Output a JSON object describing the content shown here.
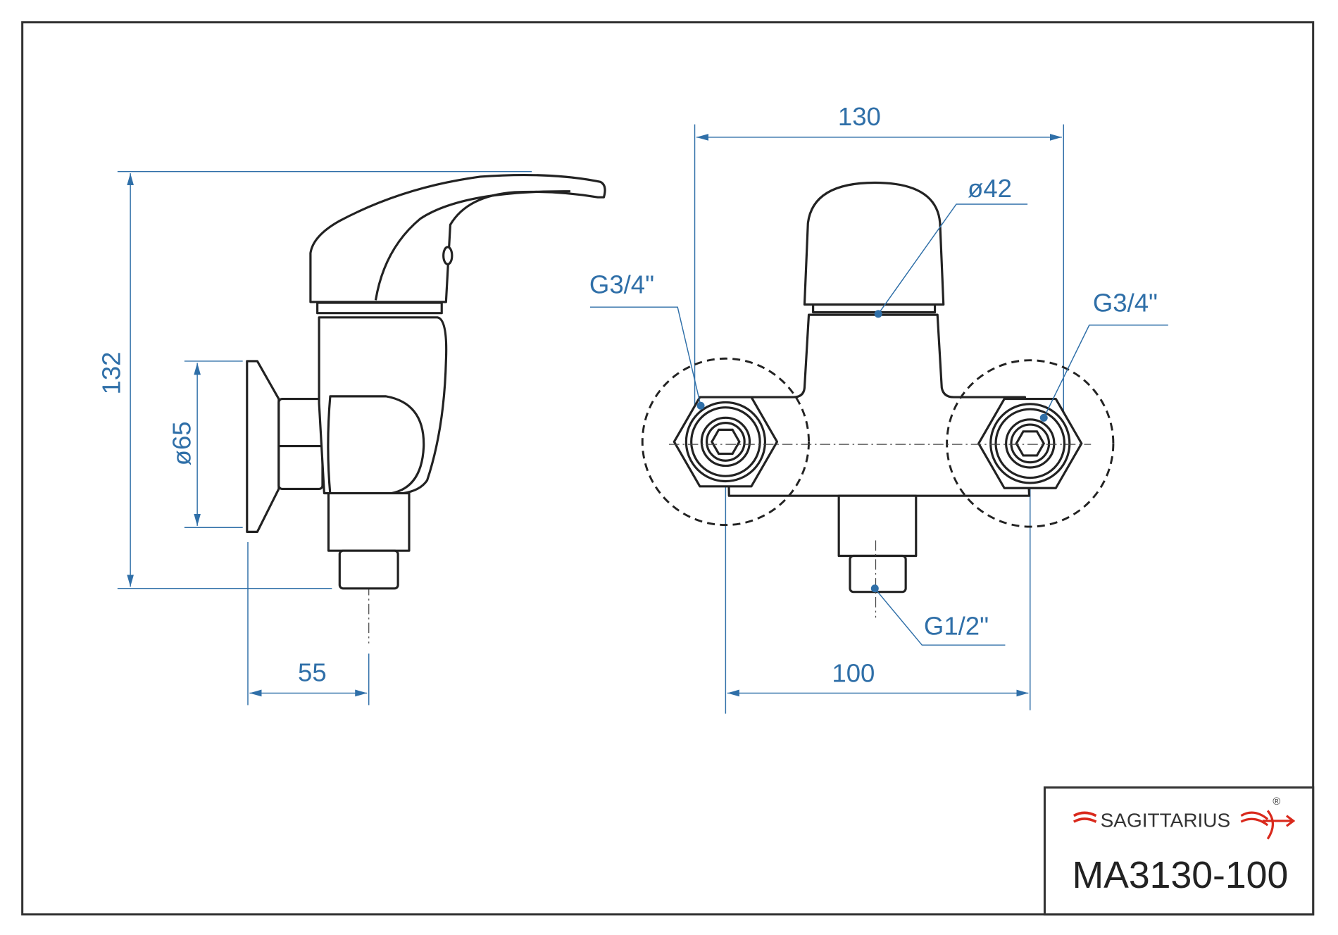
{
  "drawing": {
    "side_view": {
      "height_dim": "132",
      "flange_dim": "ø65",
      "depth_dim": "55"
    },
    "front_view": {
      "width_dim": "130",
      "centers_dim": "100",
      "cartridge_dim": "ø42",
      "inlet_left_thread": "G3/4\"",
      "inlet_right_thread": "G3/4\"",
      "outlet_thread": "G1/2\""
    }
  },
  "title_block": {
    "brand": "SAGITTARIUS",
    "registered_mark": "®",
    "model": "MA3130-100",
    "brand_color": "#d9291c"
  }
}
